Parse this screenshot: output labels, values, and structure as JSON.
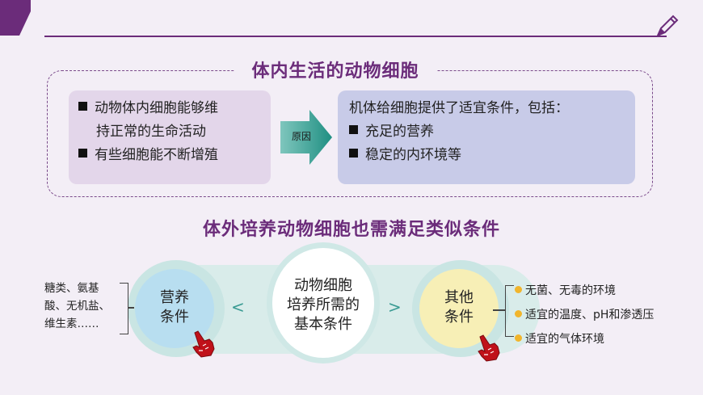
{
  "top": {
    "title": "体内生活的动物细胞",
    "left_items": [
      "动物体内细胞能够维",
      "持正常的生命活动",
      "有些细胞能不断增殖"
    ],
    "arrow_label": "原因",
    "right_intro": "机体给细胞提供了适宜条件，包括：",
    "right_items": [
      "充足的营养",
      "稳定的内环境等"
    ]
  },
  "subtitle": "体外培养动物细胞也需满足类似条件",
  "diagram": {
    "center": [
      "动物细胞",
      "培养所需的",
      "基本条件"
    ],
    "left_circle": [
      "营养",
      "条件"
    ],
    "right_circle": [
      "其他",
      "条件"
    ],
    "lt": "<",
    "gt": ">",
    "left_list": [
      "糖类、氨基",
      "酸、无机盐、",
      "维生素……"
    ],
    "right_list": [
      "无菌、无毒的环境",
      "适宜的温度、pH和渗透压",
      "适宜的气体环境"
    ]
  },
  "colors": {
    "accent": "#6b2c7a",
    "left_card": "#e3d6ea",
    "right_card": "#c8cbe8",
    "arrow": "#2a9d8f",
    "left_circle": "#b8def0",
    "right_circle": "#f7efb6",
    "bullet_dot": "#f1b52c",
    "hand": "#c0111a"
  }
}
